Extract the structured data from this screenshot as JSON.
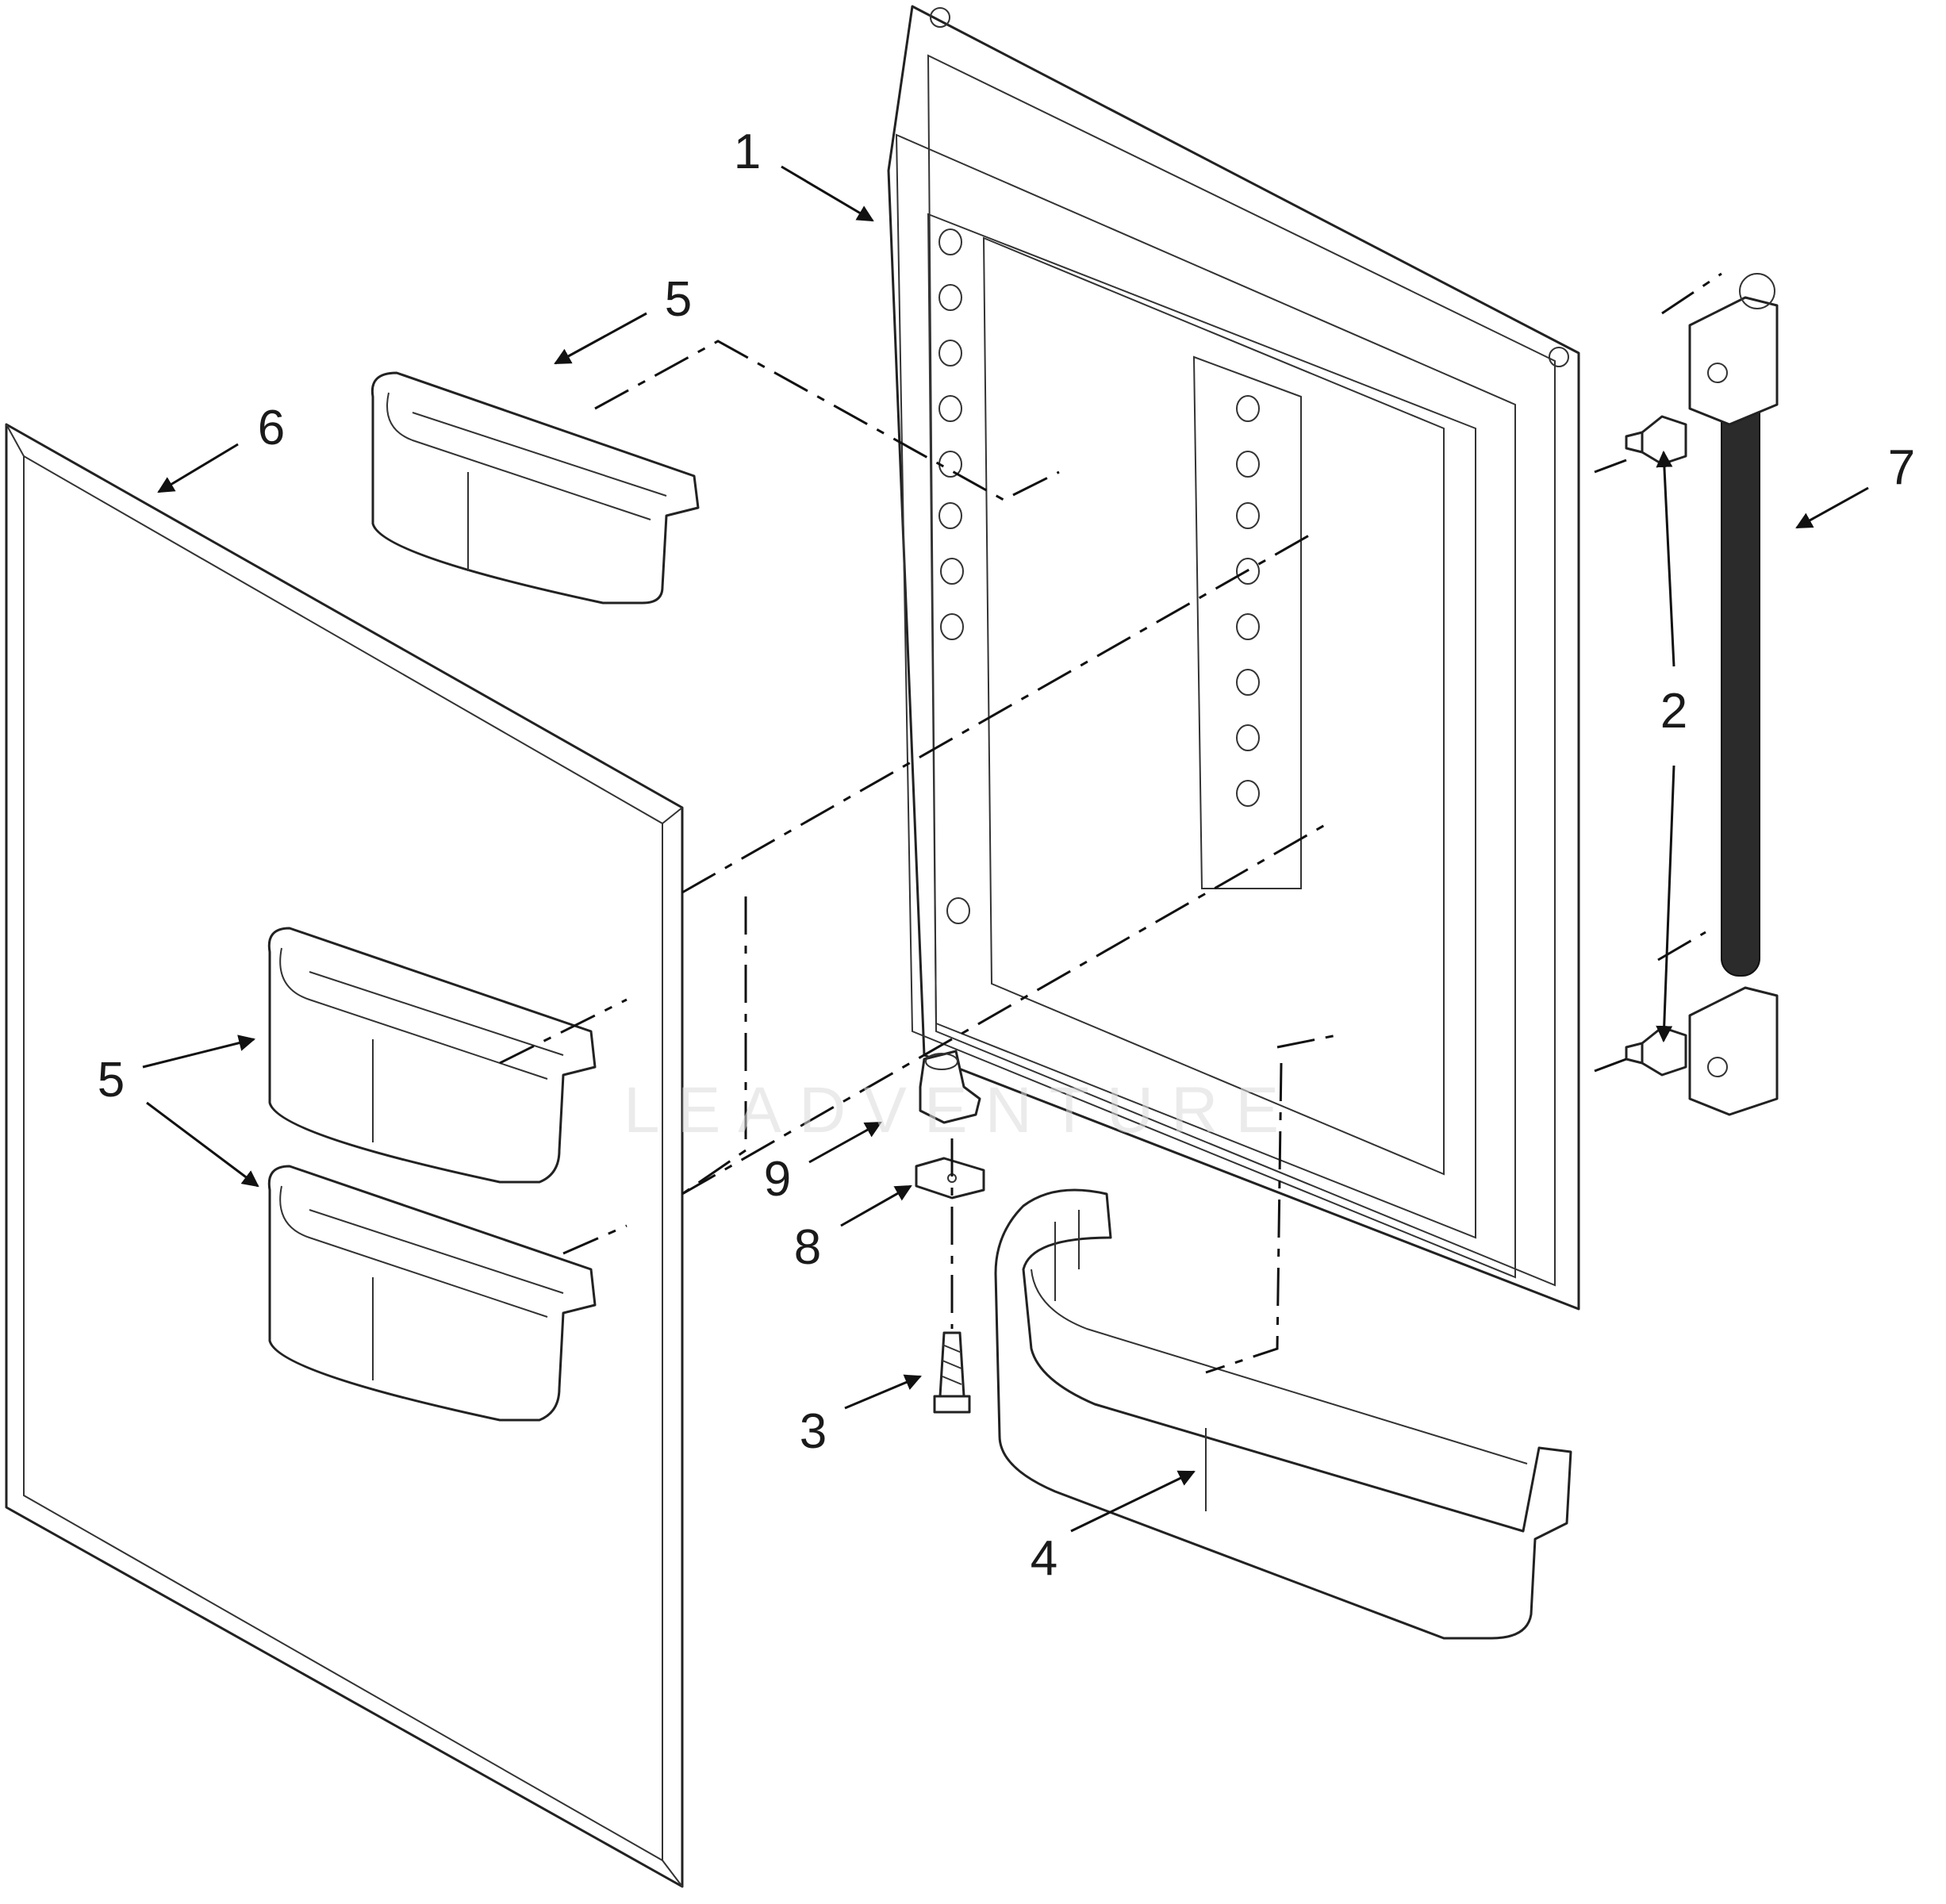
{
  "watermark": "LEADVENTURE",
  "callouts": {
    "c1": "1",
    "c2": "2",
    "c3": "3",
    "c4": "4",
    "c5a": "5",
    "c5b": "5",
    "c6": "6",
    "c7": "7",
    "c8": "8",
    "c9": "9"
  }
}
